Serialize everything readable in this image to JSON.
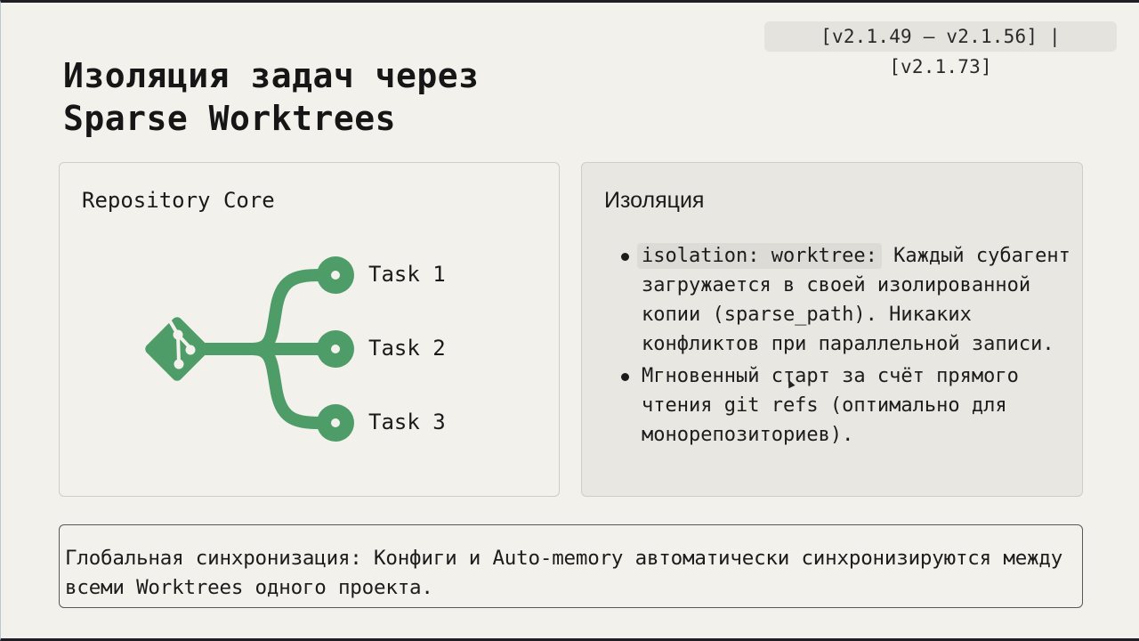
{
  "version_badge": "[v2.1.49 – v2.1.56] | [v2.1.73]",
  "title": {
    "line1": "Изоляция задач через",
    "line2": "Sparse Worktrees"
  },
  "left_card": {
    "title": "Repository Core",
    "diagram": {
      "root_icon": "git-icon",
      "color": "#4e9c68",
      "tasks": [
        {
          "label": "Task 1"
        },
        {
          "label": "Task 2"
        },
        {
          "label": "Task 3"
        }
      ]
    }
  },
  "right_card": {
    "title": "Изоляция",
    "bullets": [
      {
        "code": "isolation: worktree:",
        "text": " Каждый субагент загружается в своей изолированной копии (sparse_path). Никаких конфликтов при параллельной записи."
      },
      {
        "code": "",
        "text": "Мгновенный старт за счёт прямого чтения git refs (оптимально для монорепозиториев)."
      }
    ]
  },
  "footer": {
    "text": "Глобальная синхронизация: Конфиги и Auto-memory автоматически синхронизируются между всеми Worktrees одного проекта."
  },
  "colors": {
    "background": "#f2f1ec",
    "accent_green": "#4e9c68",
    "right_card_bg": "#e8e7e2",
    "chip_bg": "#dcdbd6"
  }
}
